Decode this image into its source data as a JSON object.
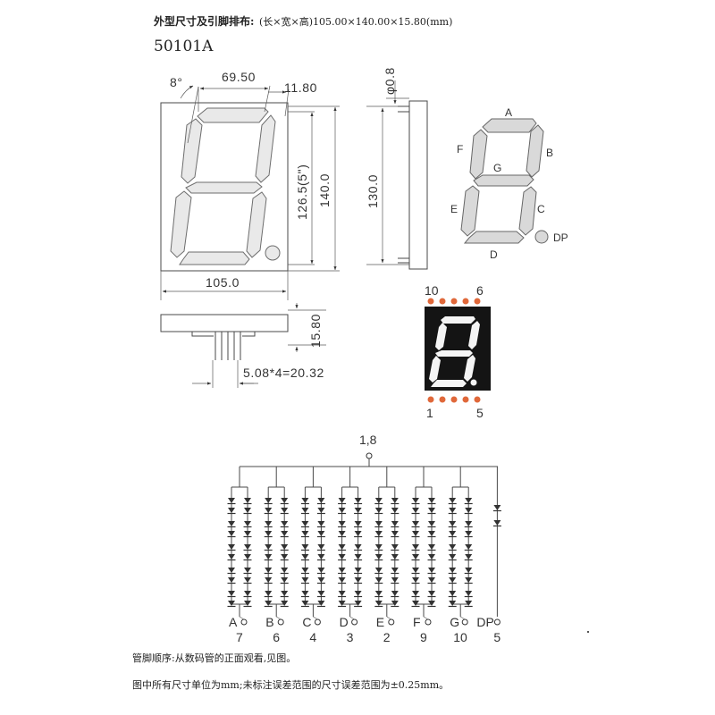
{
  "header": {
    "title": "外型尺寸及引脚排布:",
    "dims": "(长×宽×高)105.00×140.00×15.80(mm)",
    "model": "50101A"
  },
  "front": {
    "angle": "8°",
    "digit_width": "69.50",
    "tilt_offset": "11.80",
    "width": "105.0",
    "digit_height": "126.5(5\")",
    "height": "140.0"
  },
  "side": {
    "pin_diameter": "φ0.8",
    "height": "130.0"
  },
  "bottom": {
    "thickness": "15.80",
    "pitch": "5.08*4=20.32"
  },
  "segment_map": {
    "labels": [
      "A",
      "B",
      "C",
      "D",
      "E",
      "F",
      "G",
      "DP"
    ]
  },
  "photo": {
    "top_left": "10",
    "top_right": "6",
    "bottom_left": "1",
    "bottom_right": "5"
  },
  "circuit": {
    "common_pin": "1,8",
    "segments": [
      "A",
      "B",
      "C",
      "D",
      "E",
      "F",
      "G",
      "DP"
    ],
    "pins": [
      "7",
      "6",
      "4",
      "3",
      "2",
      "9",
      "10",
      "5"
    ]
  },
  "notes": {
    "line1": "管脚顺序:从数码管的正面观看,见图。",
    "line2": "图中所有尺寸单位为mm;未标注误差范围的尺寸误差范围为±0.25mm。"
  },
  "colors": {
    "pin_dot": "#e0683a",
    "photo_bg": "#141414",
    "segment_fill": "#e9e9e9"
  }
}
